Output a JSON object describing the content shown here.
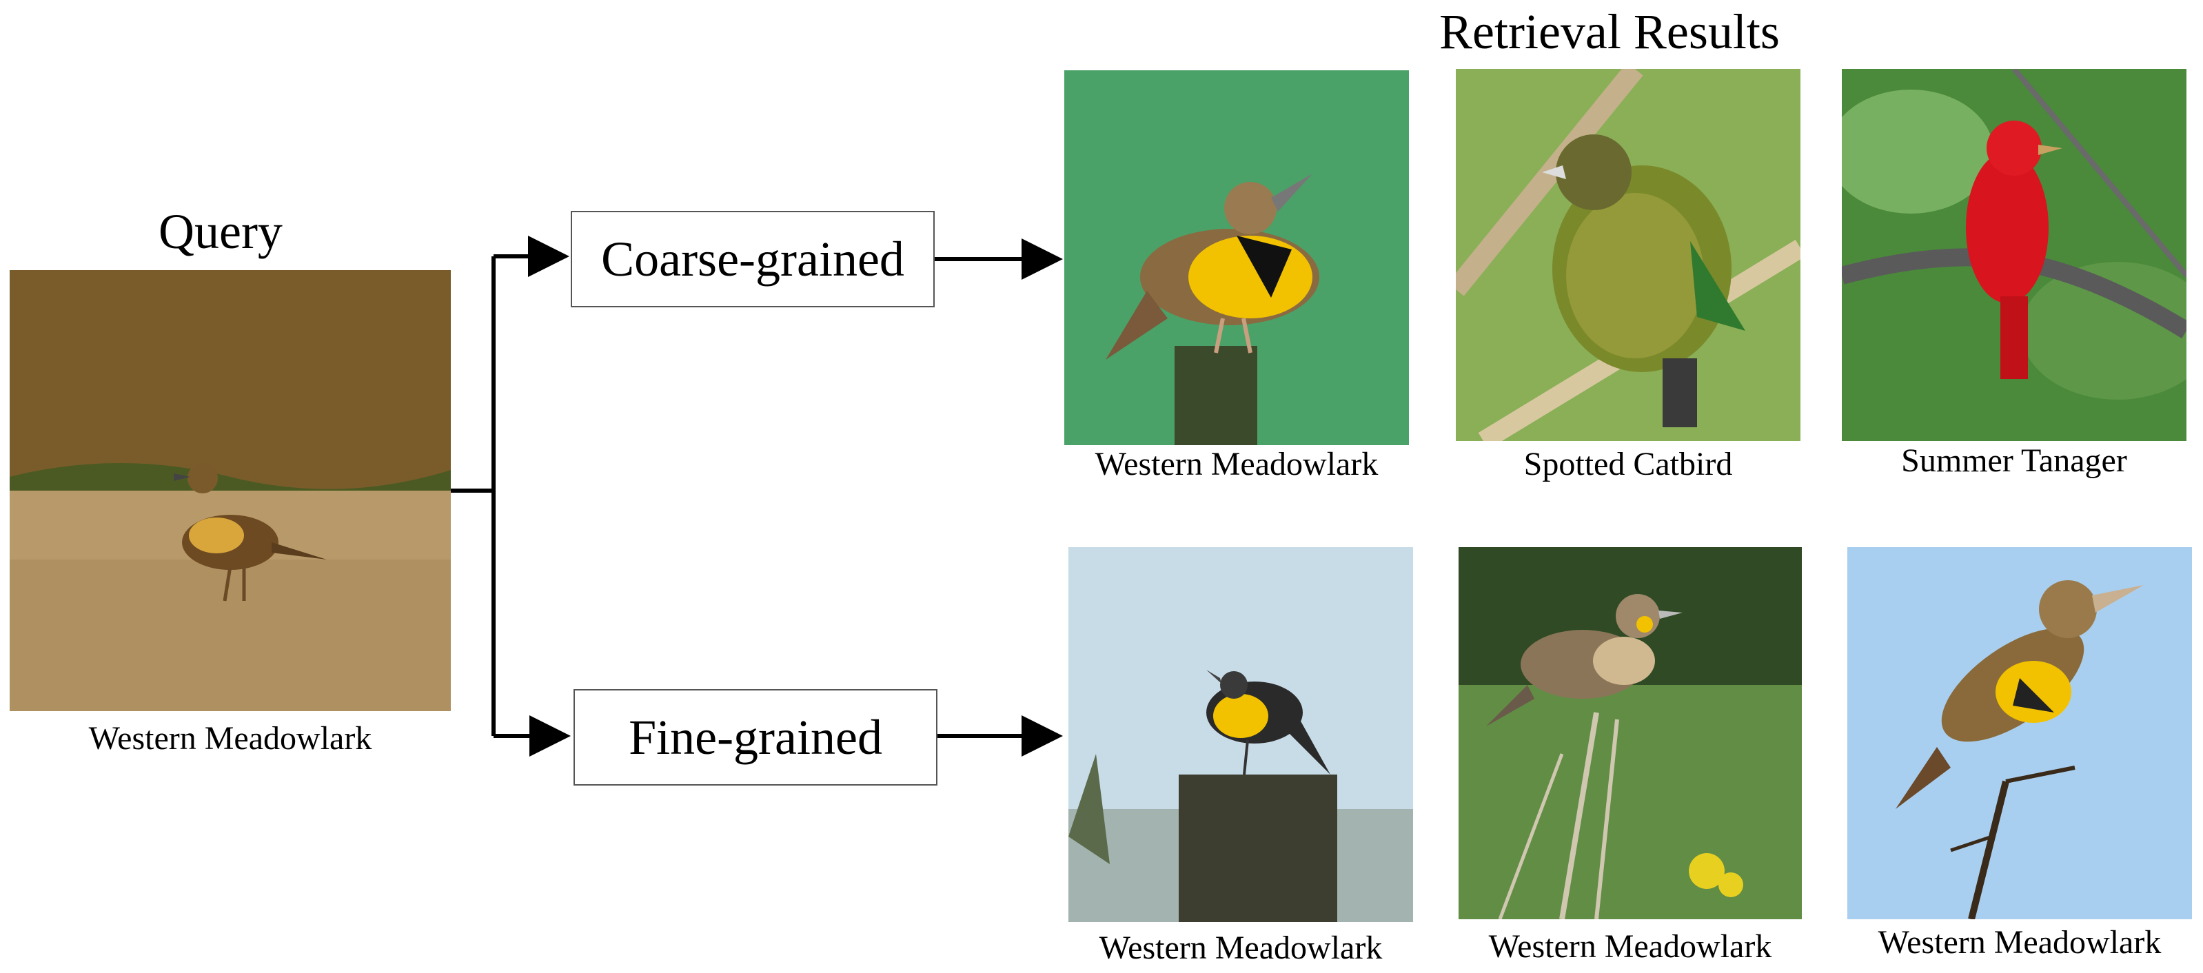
{
  "query": {
    "title": "Query",
    "caption": "Western Meadowlark"
  },
  "branches": {
    "coarse": {
      "label": "Coarse-grained"
    },
    "fine": {
      "label": "Fine-grained"
    }
  },
  "results": {
    "title": "Retrieval Results",
    "coarse": [
      {
        "caption": "Western Meadowlark"
      },
      {
        "caption": "Spotted Catbird"
      },
      {
        "caption": "Summer Tanager"
      }
    ],
    "fine": [
      {
        "caption": "Western Meadowlark"
      },
      {
        "caption": "Western Meadowlark"
      },
      {
        "caption": "Western Meadowlark"
      }
    ]
  },
  "colors": {
    "line": "#000000",
    "box_border": "#555555",
    "meadowlark_yellow": "#f2c200",
    "tanager_red": "#d8141e",
    "catbird_green": "#7a8a2a",
    "sky_blue": "#a9cff0",
    "foliage_green": "#4a8a3a"
  }
}
